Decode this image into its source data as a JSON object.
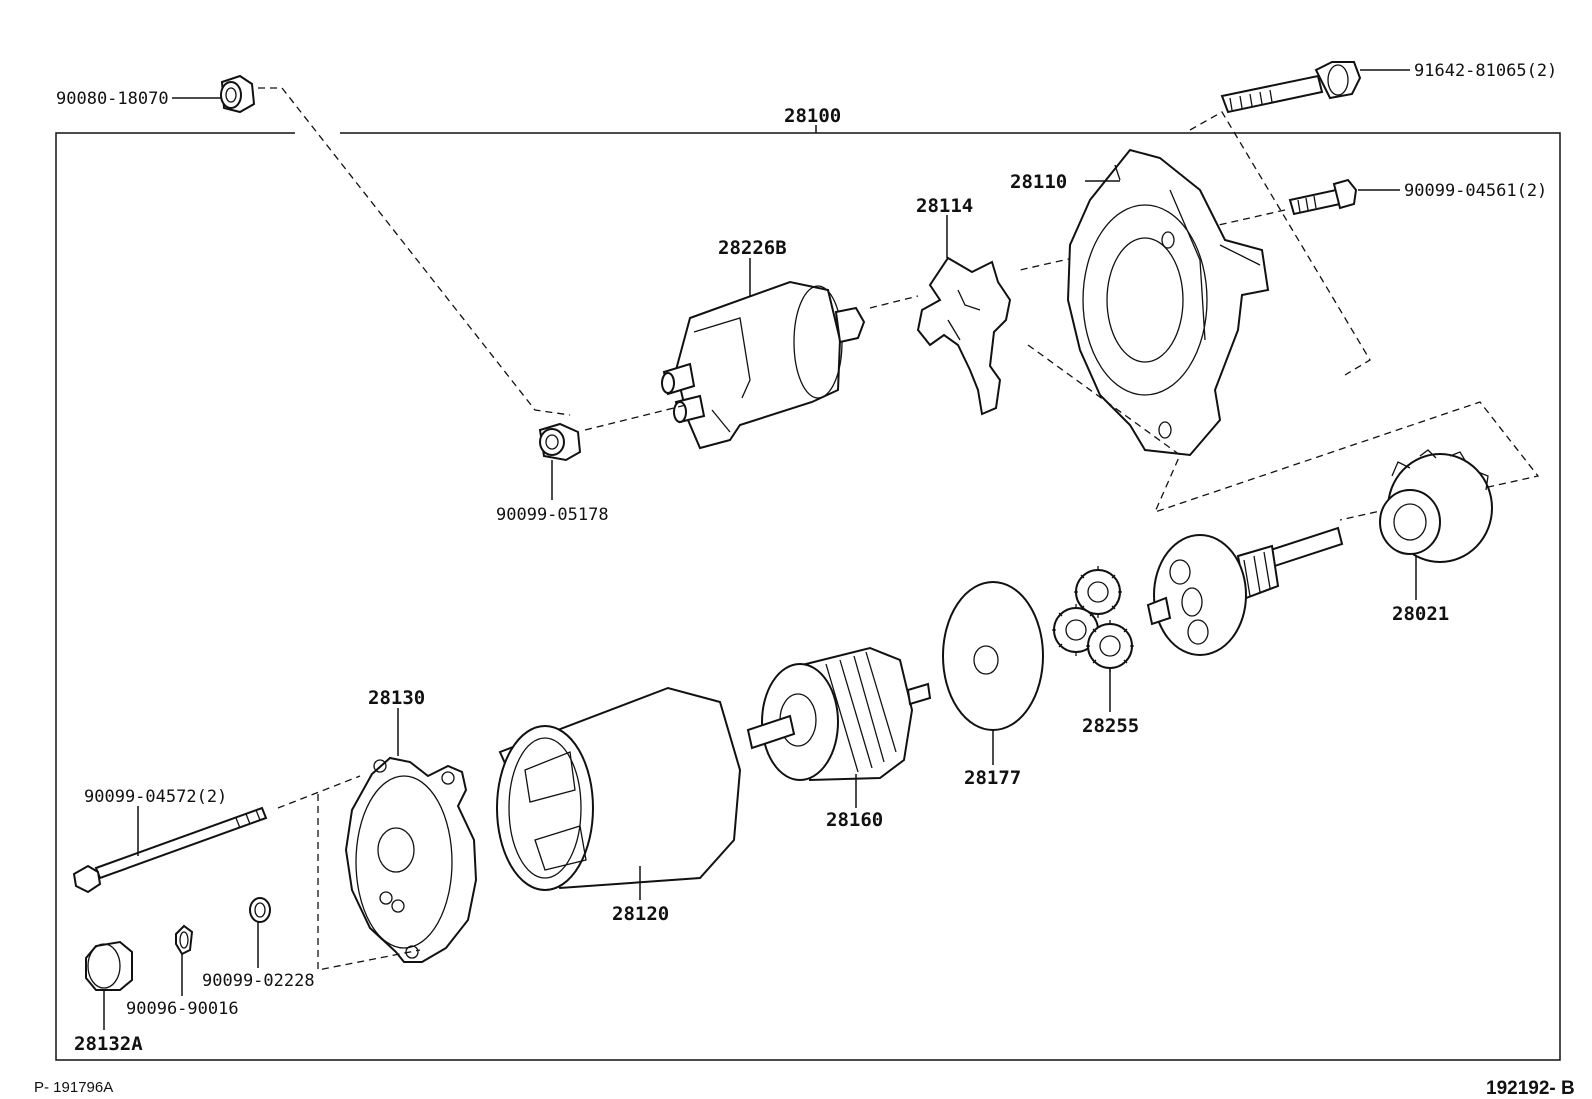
{
  "labels": {
    "p90080_18070": "90080-18070",
    "p28100": "28100",
    "p91642_81065": "91642-81065(2)",
    "p28110": "28110",
    "p90099_04561": "90099-04561(2)",
    "p28114": "28114",
    "p28226B": "28226B",
    "p90099_05178": "90099-05178",
    "p28021": "28021",
    "p28255": "28255",
    "p28177": "28177",
    "p28160": "28160",
    "p28130": "28130",
    "p90099_04572": "90099-04572(2)",
    "p28120": "28120",
    "p90099_02228": "90099-02228",
    "p90096_90016": "90096-90016",
    "p28132A": "28132A"
  },
  "footer": {
    "left_code": "P- 191796A",
    "right_code": "192192- B"
  }
}
